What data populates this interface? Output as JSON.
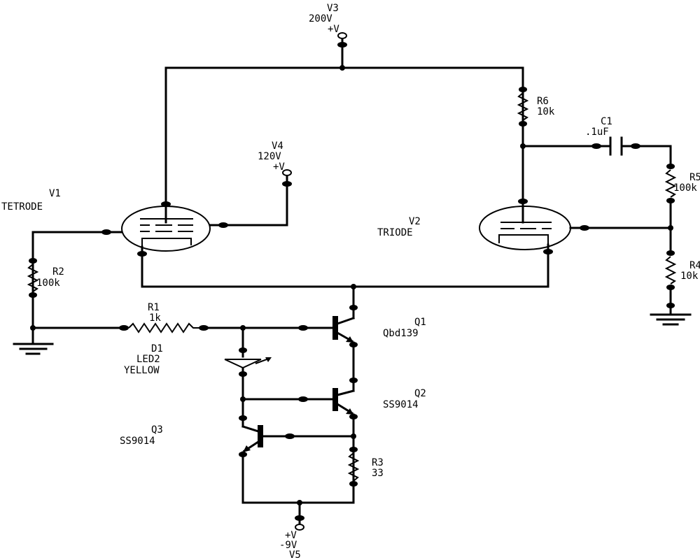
{
  "labels": {
    "v3_name": "V3",
    "v3_value": "200V",
    "v3_sign": "+V",
    "v4_name": "V4",
    "v4_value": "120V",
    "v4_sign": "+V",
    "v1_name": "V1",
    "v1_type": "TETRODE",
    "v2_name": "V2",
    "v2_type": "TRIODE",
    "r6_name": "R6",
    "r6_value": "10k",
    "c1_name": "C1",
    "c1_value": ".1uF",
    "r5_name": "R5",
    "r5_value": "100k",
    "r4_name": "R4",
    "r4_value": "10k",
    "r2_name": "R2",
    "r2_value": "100k",
    "r1_name": "R1",
    "r1_value": "1k",
    "d1_name": "D1",
    "d1_part": "LED2",
    "d1_color": "YELLOW",
    "q1_name": "Q1",
    "q1_part": "Qbd139",
    "q2_name": "Q2",
    "q2_part": "SS9014",
    "q3_name": "Q3",
    "q3_part": "SS9014",
    "r3_name": "R3",
    "r3_value": "33",
    "v5_sign": "+V",
    "v5_value": "-9V",
    "v5_name": "V5"
  },
  "colors": {
    "ink": "#000000",
    "paper": "#ffffff"
  }
}
